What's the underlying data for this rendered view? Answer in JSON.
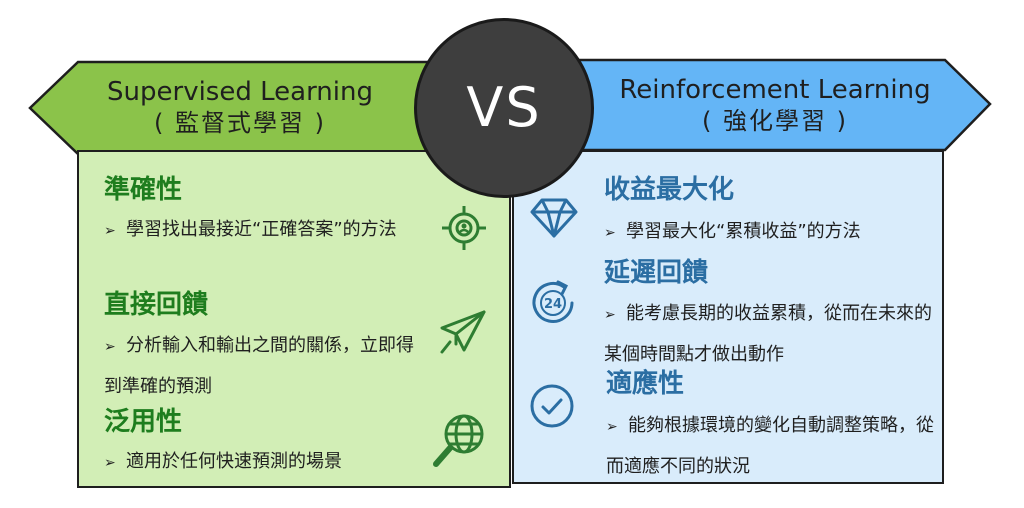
{
  "vs_label": "VS",
  "colors": {
    "left_header": "#8bc34a",
    "left_panel": "#d2eeb6",
    "left_title": "#1e7d1e",
    "right_header": "#64b5f6",
    "right_panel": "#d9ecfb",
    "right_title": "#2b6ea3",
    "vs_circle": "#3e3e3e"
  },
  "left": {
    "title": "Supervised Learning",
    "subtitle": "( 監督式學習 )",
    "bullet_glyph": "➢",
    "features": [
      {
        "title": "準確性",
        "desc": "學習找出最接近“正確答案”的方法",
        "icon": "target-icon"
      },
      {
        "title": "直接回饋",
        "desc": "分析輸入和輸出之間的關係，立即得到準確的預測",
        "icon": "paper-plane-icon"
      },
      {
        "title": "泛用性",
        "desc": "適用於任何快速預測的場景",
        "icon": "globe-search-icon"
      }
    ]
  },
  "right": {
    "title": "Reinforcement Learning",
    "subtitle": "( 強化學習 )",
    "bullet_glyph": "➢",
    "icon_24_label": "24",
    "features": [
      {
        "title": "收益最大化",
        "desc": "學習最大化“累積收益”的方法",
        "icon": "diamond-icon"
      },
      {
        "title": "延遲回饋",
        "desc": "能考慮長期的收益累積，從而在未來的某個時間點才做出動作",
        "icon": "clock-24-icon"
      },
      {
        "title": "適應性",
        "desc": "能夠根據環境的變化自動調整策略，從而適應不同的狀況",
        "icon": "check-circle-icon"
      }
    ]
  }
}
